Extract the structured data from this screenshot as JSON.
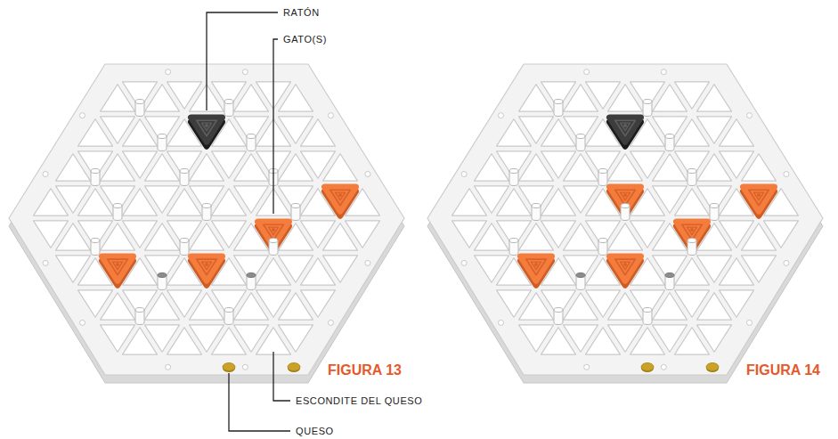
{
  "diagram": {
    "labels": [
      "RATÓN",
      "GATO(S)",
      "FIGURA 13",
      "FIGURA 14",
      "ESCONDITE DEL QUESO",
      "QUESO"
    ]
  }
}
